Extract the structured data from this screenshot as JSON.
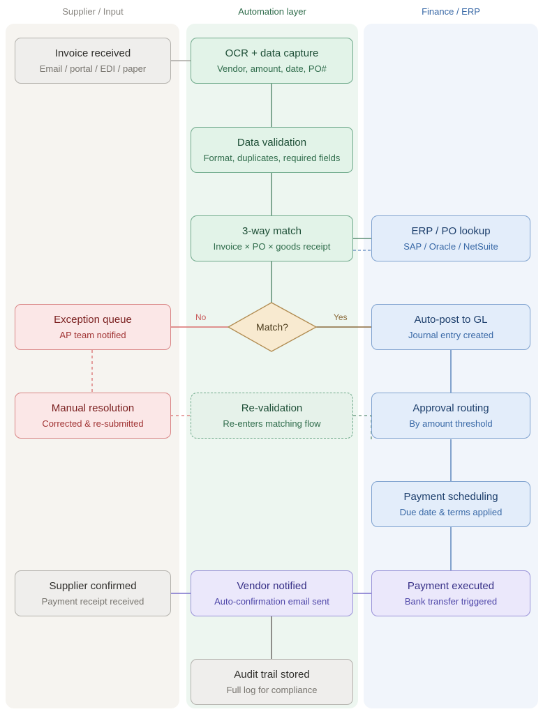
{
  "lanes": {
    "supplier": "Supplier / Input",
    "automation": "Automation layer",
    "finance": "Finance / ERP"
  },
  "nodes": {
    "invoice_received": {
      "title": "Invoice received",
      "subtitle": "Email / portal / EDI / paper"
    },
    "ocr": {
      "title": "OCR + data capture",
      "subtitle": "Vendor, amount, date, PO#"
    },
    "validation": {
      "title": "Data validation",
      "subtitle": "Format, duplicates, required fields"
    },
    "three_way": {
      "title": "3-way match",
      "subtitle": "Invoice × PO × goods receipt"
    },
    "erp_lookup": {
      "title": "ERP / PO lookup",
      "subtitle": "SAP / Oracle / NetSuite"
    },
    "match_decision": {
      "title": "Match?"
    },
    "exception": {
      "title": "Exception queue",
      "subtitle": "AP team notified"
    },
    "auto_post": {
      "title": "Auto-post to GL",
      "subtitle": "Journal entry created"
    },
    "manual": {
      "title": "Manual resolution",
      "subtitle": "Corrected & re-submitted"
    },
    "revalidation": {
      "title": "Re-validation",
      "subtitle": "Re-enters matching flow"
    },
    "approval": {
      "title": "Approval routing",
      "subtitle": "By amount threshold"
    },
    "scheduling": {
      "title": "Payment scheduling",
      "subtitle": "Due date & terms applied"
    },
    "supplier_confirmed": {
      "title": "Supplier confirmed",
      "subtitle": "Payment receipt received"
    },
    "vendor_notified": {
      "title": "Vendor notified",
      "subtitle": "Auto-confirmation email sent"
    },
    "payment_executed": {
      "title": "Payment executed",
      "subtitle": "Bank transfer triggered"
    },
    "audit": {
      "title": "Audit trail stored",
      "subtitle": "Full log for compliance"
    }
  },
  "edges": {
    "no_label": "No",
    "yes_label": "Yes"
  },
  "colors": {
    "lane_supplier": "#f6f4f0",
    "lane_automation": "#edf6f0",
    "lane_finance": "#f1f5fb",
    "green": "#5d8f74",
    "blue": "#5c86bd",
    "red": "#d96e6e",
    "purple": "#7a70cc",
    "brown": "#8a6a3a",
    "gray": "#a9a7a2"
  }
}
